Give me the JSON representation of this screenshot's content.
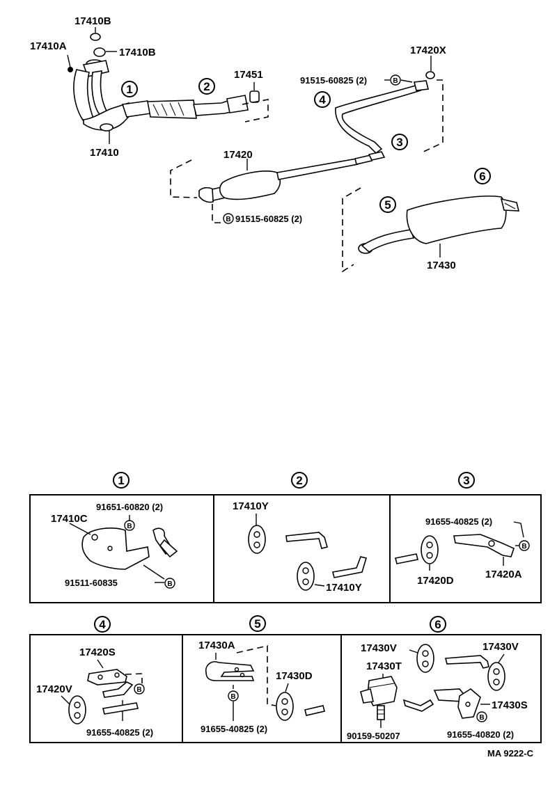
{
  "labels": {
    "p17410B_top": "17410B",
    "p17410A": "17410A",
    "p17410B_right": "17410B",
    "p17410": "17410",
    "p17451": "17451",
    "p17420": "17420",
    "p17420X": "17420X",
    "bolt_top": "91515-60825 (2)",
    "bolt_mid": "91515-60825 (2)",
    "p17430": "17430"
  },
  "callouts": [
    "1",
    "2",
    "3",
    "4",
    "5",
    "6"
  ],
  "bolt_marker": "B",
  "boxes": {
    "box1": {
      "num": "1",
      "bolt": "91651-60820 (2)",
      "part": "17410C",
      "bolt2": "91511-60835"
    },
    "box2": {
      "num": "2",
      "part_a": "17410Y",
      "part_b": "17410Y"
    },
    "box3": {
      "num": "3",
      "bolt": "91655-40825 (2)",
      "part_a": "17420D",
      "part_b": "17420A"
    },
    "box4": {
      "num": "4",
      "part_a": "17420S",
      "part_b": "17420V",
      "bolt": "91655-40825 (2)"
    },
    "box5": {
      "num": "5",
      "part_a": "17430A",
      "part_b": "17430D",
      "bolt": "91655-40825 (2)"
    },
    "box6": {
      "num": "6",
      "part_a": "17430V",
      "part_b": "17430V",
      "part_c": "17430T",
      "part_d": "17430S",
      "bolt": "90159-50207",
      "bolt2": "91655-40820 (2)"
    }
  },
  "footer_code": "MA 9222-C"
}
